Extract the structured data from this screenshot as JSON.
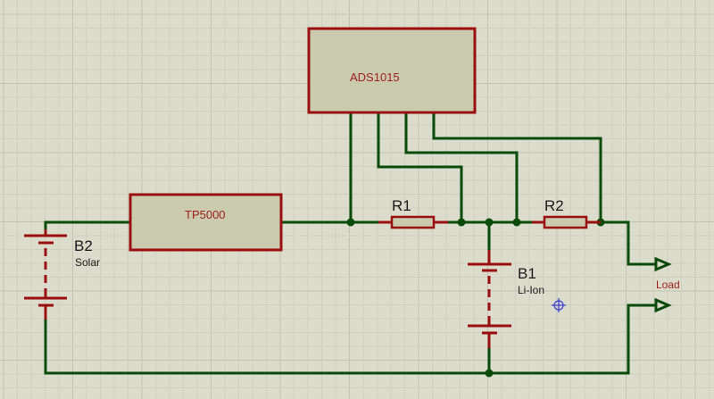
{
  "diagram": {
    "type": "circuit-schematic",
    "components": {
      "ads1015": {
        "ref": "ADS1015",
        "kind": "ic"
      },
      "tp5000": {
        "ref": "TP5000",
        "kind": "ic"
      },
      "r1": {
        "ref": "R1",
        "kind": "resistor"
      },
      "r2": {
        "ref": "R2",
        "kind": "resistor"
      },
      "b1": {
        "ref": "B1",
        "value": "Li-Ion",
        "kind": "battery"
      },
      "b2": {
        "ref": "B2",
        "value": "Solar",
        "kind": "battery"
      }
    },
    "ports": {
      "load": {
        "label": "Load"
      }
    },
    "colors": {
      "wire": "#0a4a0a",
      "component_outline": "#9a1010",
      "component_fill": "#c9caae",
      "background": "#dcdccc",
      "cursor": "#3a3ad0"
    },
    "connections": [
      "B2+ -> TP5000 in",
      "TP5000 out -> ADS1015 pin1 -> R1",
      "R1 -> ADS1015 pin2 -> B1+ -> ADS1015 pin3 -> R2",
      "R2 -> ADS1015 pin4 -> Load+",
      "B2- -> B1- -> Load-"
    ]
  }
}
